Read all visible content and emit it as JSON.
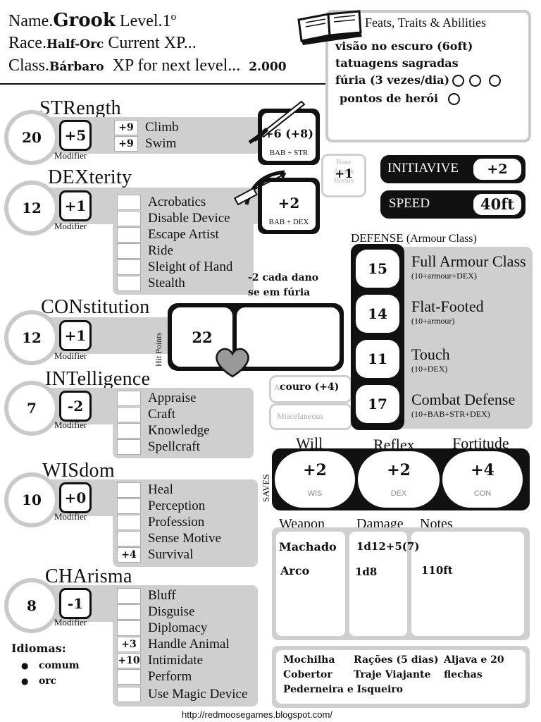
{
  "header": {
    "name_label": "Name.",
    "name_value": "Grook",
    "level_label": "Level.",
    "level_value": "1º",
    "race_label": "Race.",
    "race_value": "Half-Orc",
    "current_xp_label": "Current XP...",
    "class_label": "Class.",
    "class_value": "Bárbaro",
    "next_xp_label": "XP for next level...",
    "next_xp_value": "2.000"
  },
  "feats": {
    "title": "Feats, Traits & Abilities",
    "items": [
      "visão no escuro (6oft)",
      "tatuagens sagradas",
      "fúria (3 vezes/dia)",
      "pontos de herói"
    ]
  },
  "abilities": {
    "str": {
      "name_big": "STR",
      "name_rest": "ength",
      "score": "20",
      "mod": "+5",
      "mod_label": "Modifier",
      "skills": [
        {
          "val": "+9",
          "name": "Climb"
        },
        {
          "val": "+9",
          "name": "Swim"
        }
      ]
    },
    "dex": {
      "name_big": "DEX",
      "name_rest": "terity",
      "score": "12",
      "mod": "+1",
      "mod_label": "Modifier",
      "skills": [
        {
          "val": "",
          "name": "Acrobatics"
        },
        {
          "val": "",
          "name": "Disable Device"
        },
        {
          "val": "",
          "name": "Escape Artist"
        },
        {
          "val": "",
          "name": "Ride"
        },
        {
          "val": "",
          "name": "Sleight of Hand"
        },
        {
          "val": "",
          "name": "Stealth"
        }
      ]
    },
    "con": {
      "name_big": "CON",
      "name_rest": "stitution",
      "score": "12",
      "mod": "+1",
      "mod_label": "Modifier"
    },
    "int": {
      "name_big": "INT",
      "name_rest": "elligence",
      "score": "7",
      "mod": "-2",
      "mod_label": "Modifier",
      "skills": [
        {
          "val": "",
          "name": "Appraise"
        },
        {
          "val": "",
          "name": "Craft"
        },
        {
          "val": "",
          "name": "Knowledge"
        },
        {
          "val": "",
          "name": "Spellcraft"
        }
      ]
    },
    "wis": {
      "name_big": "WIS",
      "name_rest": "dom",
      "score": "10",
      "mod": "+0",
      "mod_label": "Modifier",
      "skills": [
        {
          "val": "",
          "name": "Heal"
        },
        {
          "val": "",
          "name": "Perception"
        },
        {
          "val": "",
          "name": "Profession"
        },
        {
          "val": "",
          "name": "Sense Motive"
        },
        {
          "val": "+4",
          "name": "Survival"
        }
      ]
    },
    "cha": {
      "name_big": "CHA",
      "name_rest": "risma",
      "score": "8",
      "mod": "-1",
      "mod_label": "Modifier",
      "skills": [
        {
          "val": "",
          "name": "Bluff"
        },
        {
          "val": "",
          "name": "Disguise"
        },
        {
          "val": "",
          "name": "Diplomacy"
        },
        {
          "val": "+3",
          "name": "Handle Animal"
        },
        {
          "val": "+10",
          "name": "Intimidate"
        },
        {
          "val": "",
          "name": "Perform"
        },
        {
          "val": "",
          "name": "Use Magic Device"
        }
      ]
    }
  },
  "attack": {
    "melee_value": "+6 (+8)",
    "melee_label": "BAB + STR",
    "ranged_value": "+2",
    "ranged_label": "BAB + DEX",
    "bab_label": "Base Attack Bonus",
    "bab_value": "+1",
    "rage_note": "-2 cada dano se em fúria"
  },
  "initiative": {
    "label": "INITIAVIVE",
    "value": "+2"
  },
  "speed": {
    "label": "SPEED",
    "value": "40ft"
  },
  "hit_points": {
    "label": "Hit Points",
    "value": "22"
  },
  "armour_bonus": {
    "value": "couro (+4)",
    "misc_label": "Miscelaneous"
  },
  "defense": {
    "title": "DEFENSE",
    "subtitle": "(Armour Class)",
    "rows": [
      {
        "value": "15",
        "name": "Full Armour Class",
        "formula": "(10+armour+DEX)"
      },
      {
        "value": "14",
        "name": "Flat-Footed",
        "formula": "(10+armour)"
      },
      {
        "value": "11",
        "name": "Touch",
        "formula": "(10+DEX)"
      },
      {
        "value": "17",
        "name": "Combat Defense",
        "formula": "(10+BAB+STR+DEX)"
      }
    ]
  },
  "saves": {
    "label": "SAVES",
    "will": {
      "name": "Will",
      "value": "+2",
      "sub": "WIS"
    },
    "reflex": {
      "name": "Reflex",
      "value": "+2",
      "sub": "DEX"
    },
    "fortitude": {
      "name": "Fortitude",
      "value": "+4",
      "sub": "CON"
    }
  },
  "weapons": {
    "headers": [
      "Weapon",
      "Damage",
      "Notes"
    ],
    "rows": [
      {
        "weapon": "Machado",
        "damage": "1d12+5(7)",
        "notes": ""
      },
      {
        "weapon": "Arco",
        "damage": "1d8",
        "notes": "110ft"
      }
    ]
  },
  "equipment": {
    "lines": [
      "Mochilha",
      "Rações (5 dias)",
      "Aljava e 20",
      "Cobertor",
      "Traje Viajante",
      "flechas",
      "Pederneira e Isqueiro"
    ]
  },
  "languages": {
    "title": "Idiomas:",
    "items": [
      "comum",
      "orc"
    ]
  },
  "footer": {
    "url": "http://redmoosegames.blogspot.com/"
  }
}
